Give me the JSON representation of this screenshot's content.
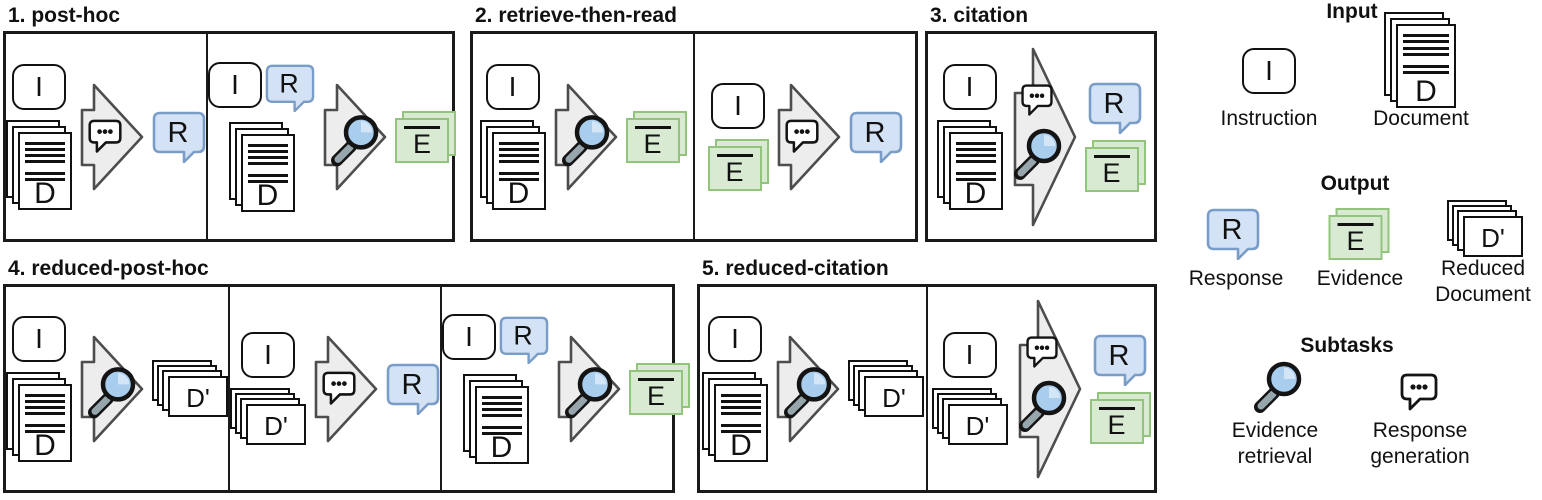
{
  "figure": {
    "panels": [
      {
        "title": "1. post-hoc",
        "steps": [
          {
            "inputs": [
              {
                "type": "instruction",
                "letter": "I"
              },
              {
                "type": "document",
                "letter": "D"
              }
            ],
            "subtasks": [
              "response-generation"
            ],
            "outputs": [
              {
                "type": "response",
                "letter": "R"
              }
            ]
          },
          {
            "inputs": [
              {
                "type": "instruction",
                "letter": "I"
              },
              {
                "type": "response",
                "letter": "R"
              },
              {
                "type": "document",
                "letter": "D"
              }
            ],
            "subtasks": [
              "evidence-retrieval"
            ],
            "outputs": [
              {
                "type": "evidence",
                "letter": "E"
              }
            ]
          }
        ]
      },
      {
        "title": "2. retrieve-then-read",
        "steps": [
          {
            "inputs": [
              {
                "type": "instruction",
                "letter": "I"
              },
              {
                "type": "document",
                "letter": "D"
              }
            ],
            "subtasks": [
              "evidence-retrieval"
            ],
            "outputs": [
              {
                "type": "evidence",
                "letter": "E"
              }
            ]
          },
          {
            "inputs": [
              {
                "type": "instruction",
                "letter": "I"
              },
              {
                "type": "evidence",
                "letter": "E"
              }
            ],
            "subtasks": [
              "response-generation"
            ],
            "outputs": [
              {
                "type": "response",
                "letter": "R"
              }
            ]
          }
        ]
      },
      {
        "title": "3. citation",
        "steps": [
          {
            "inputs": [
              {
                "type": "instruction",
                "letter": "I"
              },
              {
                "type": "document",
                "letter": "D"
              }
            ],
            "subtasks": [
              "response-generation",
              "evidence-retrieval"
            ],
            "outputs": [
              {
                "type": "response",
                "letter": "R"
              },
              {
                "type": "evidence",
                "letter": "E"
              }
            ]
          }
        ]
      },
      {
        "title": "4. reduced-post-hoc",
        "steps": [
          {
            "inputs": [
              {
                "type": "instruction",
                "letter": "I"
              },
              {
                "type": "document",
                "letter": "D"
              }
            ],
            "subtasks": [
              "evidence-retrieval"
            ],
            "outputs": [
              {
                "type": "reduced-document",
                "letter": "D'"
              }
            ]
          },
          {
            "inputs": [
              {
                "type": "instruction",
                "letter": "I"
              },
              {
                "type": "reduced-document",
                "letter": "D'"
              }
            ],
            "subtasks": [
              "response-generation"
            ],
            "outputs": [
              {
                "type": "response",
                "letter": "R"
              }
            ]
          },
          {
            "inputs": [
              {
                "type": "instruction",
                "letter": "I"
              },
              {
                "type": "response",
                "letter": "R"
              },
              {
                "type": "document",
                "letter": "D"
              }
            ],
            "subtasks": [
              "evidence-retrieval"
            ],
            "outputs": [
              {
                "type": "evidence",
                "letter": "E"
              }
            ]
          }
        ]
      },
      {
        "title": "5. reduced-citation",
        "steps": [
          {
            "inputs": [
              {
                "type": "instruction",
                "letter": "I"
              },
              {
                "type": "document",
                "letter": "D"
              }
            ],
            "subtasks": [
              "evidence-retrieval"
            ],
            "outputs": [
              {
                "type": "reduced-document",
                "letter": "D'"
              }
            ]
          },
          {
            "inputs": [
              {
                "type": "instruction",
                "letter": "I"
              },
              {
                "type": "reduced-document",
                "letter": "D'"
              }
            ],
            "subtasks": [
              "response-generation",
              "evidence-retrieval"
            ],
            "outputs": [
              {
                "type": "response",
                "letter": "R"
              },
              {
                "type": "evidence",
                "letter": "E"
              }
            ]
          }
        ]
      }
    ],
    "legend": {
      "input": {
        "title": "Input",
        "items": [
          {
            "type": "instruction",
            "letter": "I",
            "label": "Instruction"
          },
          {
            "type": "document",
            "letter": "D",
            "label": "Document"
          }
        ]
      },
      "output": {
        "title": "Output",
        "items": [
          {
            "type": "response",
            "letter": "R",
            "label": "Response"
          },
          {
            "type": "evidence",
            "letter": "E",
            "label": "Evidence"
          },
          {
            "type": "reduced-document",
            "letter": "D'",
            "label": "Reduced Document"
          }
        ]
      },
      "subtasks": {
        "title": "Subtasks",
        "items": [
          {
            "type": "evidence-retrieval",
            "label": "Evidence retrieval"
          },
          {
            "type": "response-generation",
            "label": "Response generation"
          }
        ]
      }
    },
    "colors": {
      "response_fill": "#d3e2f4",
      "response_border": "#7a9dc8",
      "evidence_fill": "#d9ead3",
      "evidence_border": "#93c47d",
      "arrow_fill": "#ededed",
      "arrow_border": "#4d4d4d",
      "lens_fill": "#a9cded",
      "lens_highlight": "#d2e6f8",
      "handle_fill": "#97a6ad",
      "outline": "#141414"
    }
  }
}
